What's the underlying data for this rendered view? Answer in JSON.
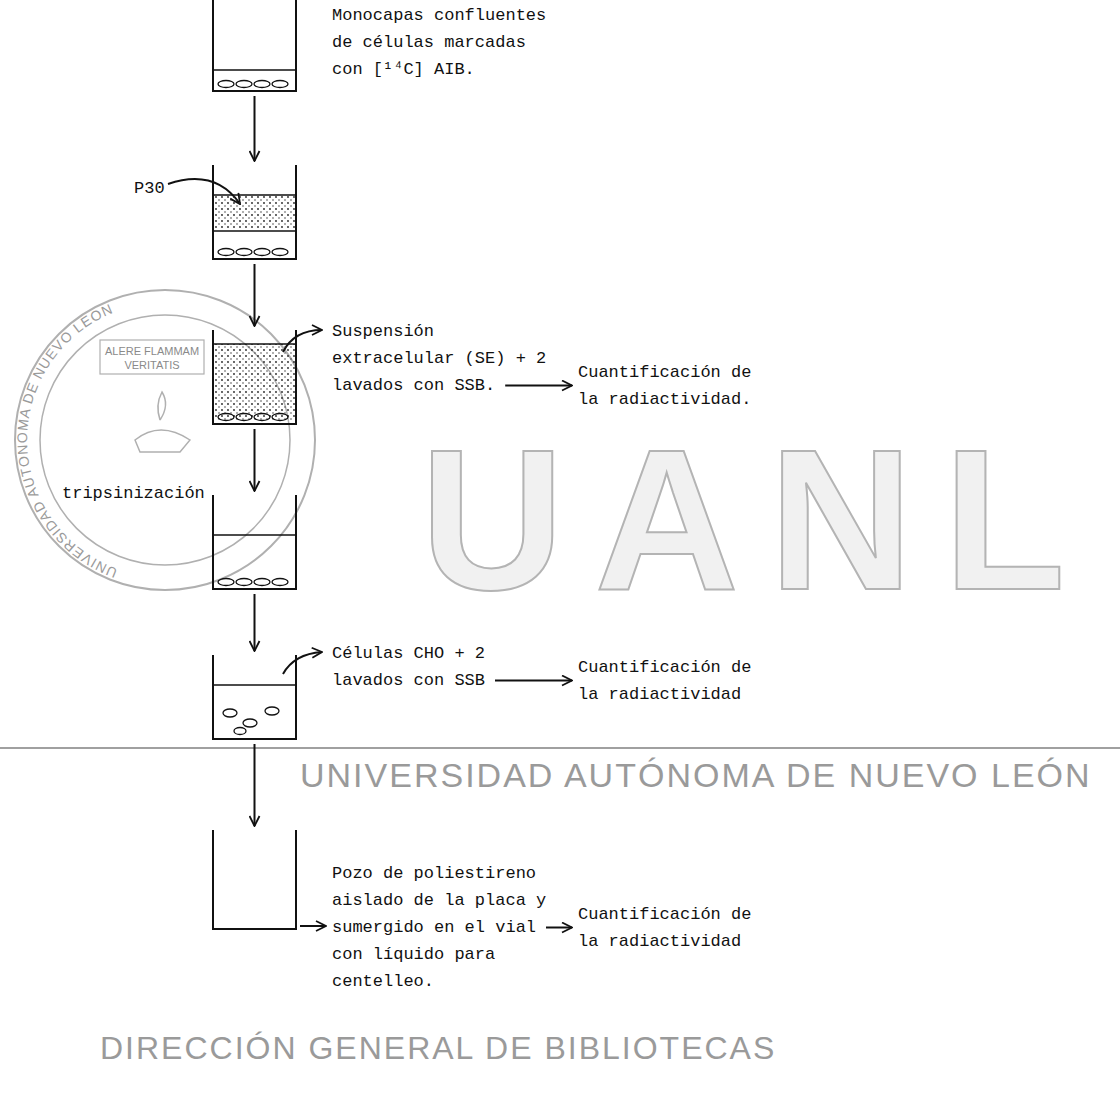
{
  "diagram": {
    "nodes": [
      {
        "text": [
          "Monocapas confluentes de células marcadas con [¹⁴C] AIB."
        ]
      },
      {
        "text": [
          "P30"
        ]
      },
      {
        "text": [
          "Suspensión extracelular (SE) + 2 lavados con SSB."
        ]
      },
      {
        "text": [
          "Cuantificación de la radiactividad."
        ]
      },
      {
        "text": [
          "tripsinización"
        ]
      },
      {
        "text": [
          "Células CHO + 2 lavados con SSB"
        ]
      },
      {
        "text": [
          "Cuantificación de la radiactividad"
        ]
      },
      {
        "text": [
          "Pozo de poliestireno aislado de la placa y sumergido en el vial con líquido para centelleo."
        ]
      },
      {
        "text": [
          "Cuantificación de la radiactividad"
        ]
      }
    ],
    "edges": [
      {
        "from": 0,
        "to": 1,
        "arrow": "to"
      },
      {
        "from": 1,
        "to": 2,
        "arrow": "to"
      },
      {
        "from": 2,
        "to": 3,
        "arrow": "to"
      },
      {
        "from": 2,
        "to": 4,
        "arrow": "to"
      },
      {
        "from": 4,
        "to": 5,
        "arrow": "to"
      },
      {
        "from": 5,
        "to": 6,
        "arrow": "to"
      },
      {
        "from": 5,
        "to": 7,
        "arrow": "to"
      },
      {
        "from": 7,
        "to": 8,
        "arrow": "to"
      }
    ],
    "labels": [
      "UANL",
      "ALERE FLAMMAM",
      "VERITATIS",
      "UNIVERSIDAD AUTONOMA DE NUEVO LEON",
      "UNIVERSIDAD AUTÓNOMA DE NUEVO LEÓN",
      "DIRECCIÓN GENERAL DE BIBLIOTECAS"
    ]
  }
}
